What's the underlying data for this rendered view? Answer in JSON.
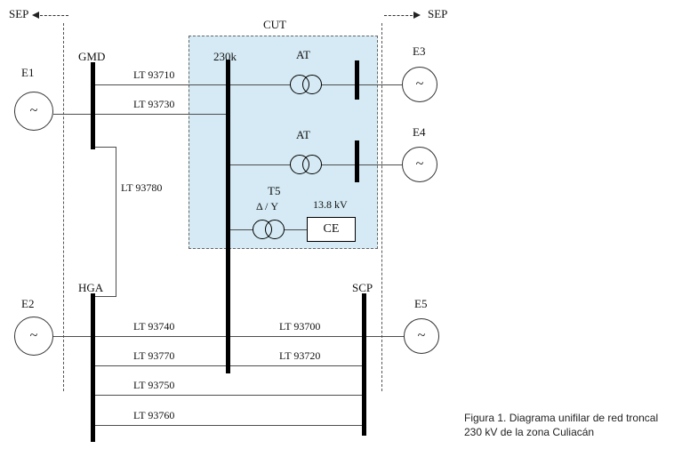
{
  "labels": {
    "sep_left": "SEP",
    "sep_right": "SEP",
    "cut": "CUT"
  },
  "buses": {
    "gmd": "GMD",
    "bus230": "230k",
    "hga": "HGA",
    "scp": "SCP"
  },
  "generators": {
    "e1": "E1",
    "e2": "E2",
    "e3": "E3",
    "e4": "E4",
    "e5": "E5",
    "symbol": "~"
  },
  "transformers": {
    "at_e3": "AT",
    "at_e4": "AT",
    "t5": "T5",
    "t5_connection": "Δ / Y",
    "ce_voltage": "13.8 kV",
    "ce": "CE"
  },
  "lines": {
    "lt93710": "LT 93710",
    "lt93730": "LT 93730",
    "lt93780": "LT 93780",
    "lt93740": "LT 93740",
    "lt93700": "LT 93700",
    "lt93770": "LT 93770",
    "lt93720": "LT 93720",
    "lt93750": "LT 93750",
    "lt93760": "LT 93760"
  },
  "caption": {
    "line1": "Figura 1. Diagrama unifilar de red troncal",
    "line2": "230 kV de la zona Culiacán"
  },
  "colors": {
    "cut_fill": "#d5eaf4",
    "line": "#4d4d4d",
    "bus": "#000000"
  }
}
